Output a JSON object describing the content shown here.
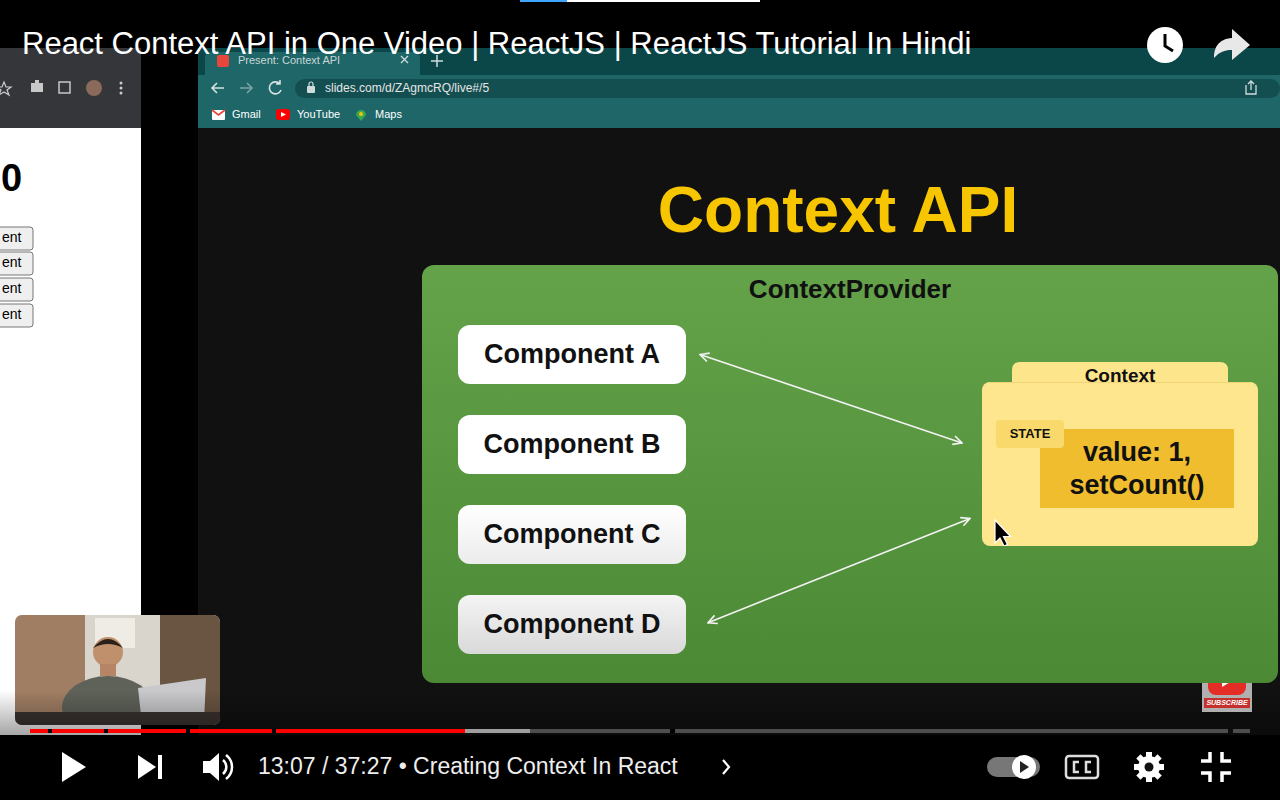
{
  "diagram": {
    "title": "Context API",
    "nodes": [
      {
        "text": [
          "ContextProvider"
        ]
      },
      {
        "text": [
          "Component A"
        ],
        "in": 0
      },
      {
        "text": [
          "Component B"
        ],
        "in": 0
      },
      {
        "text": [
          "Component C"
        ],
        "in": 0
      },
      {
        "text": [
          "Component D"
        ],
        "in": 0
      },
      {
        "text": [
          "Context"
        ],
        "in": 0
      },
      {
        "text": [
          "STATE"
        ],
        "in": 5
      },
      {
        "text": [
          "value: 1, setCount()"
        ],
        "in": 5
      }
    ],
    "edges": [
      {
        "from": 1,
        "to": 5,
        "arrow": "both"
      },
      {
        "from": 4,
        "to": 5,
        "arrow": "both"
      }
    ],
    "labels": [
      "React Context API in One Video | ReactJS | ReactJS Tutorial In Hindi",
      "Present: Context API",
      "slides.com/d/ZAgmcRQ/live#/5",
      "Gmail",
      "YouTube",
      "Maps",
      "0",
      "ent",
      "ent",
      "ent",
      "ent",
      "SUBSCRIBE",
      "13:07 / 37:27 • Creating Context In React"
    ]
  }
}
